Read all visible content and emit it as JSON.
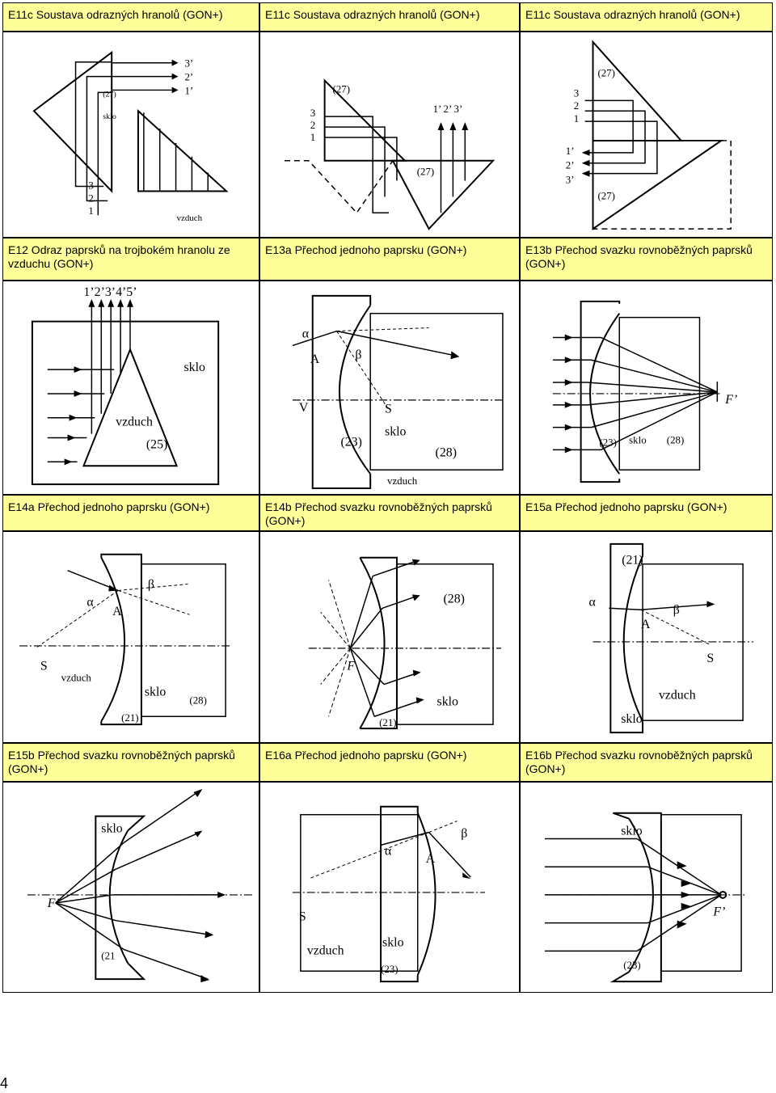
{
  "cells": [
    {
      "title": "E11c Soustava odrazných hranolů (GON+)",
      "labels": {
        "r1": "1’",
        "r2": "2’",
        "r3": "3’",
        "i1": "1",
        "i2": "2",
        "i3": "3",
        "m27": "(27)",
        "sklo": "sklo",
        "vzduch": "vzduch"
      }
    },
    {
      "title": "E11c Soustava odrazných hranolů (GON+)",
      "labels": {
        "i3": "3",
        "i2": "2",
        "i1": "1",
        "m27a": "(27)",
        "m27b": "(27)",
        "out": "1’ 2’ 3’"
      }
    },
    {
      "title": "E11c Soustava odrazných hranolů (GON+)",
      "labels": {
        "m27a": "(27)",
        "m27b": "(27)",
        "i3": "3",
        "i2": "2",
        "i1": "1",
        "o1": "1’",
        "o2": "2’",
        "o3": "3’"
      }
    },
    {
      "title": "E12 Odraz paprsků na trojbokém hranolu ze vzduchu (GON+)",
      "labels": {
        "top": "1’2’3’4’5’",
        "sklo": "sklo",
        "vzduch": "vzduch",
        "m25": "(25)"
      }
    },
    {
      "title": "E13a Přechod jednoho paprsku (GON+)",
      "labels": {
        "alpha": "α",
        "A": "A",
        "beta": "β",
        "V": "V",
        "S": "S",
        "m23": "(23)",
        "sklo": "sklo",
        "m28": "(28)",
        "vzduch": "vzduch"
      }
    },
    {
      "title": "E13b Přechod svazku rovnoběžných paprsků (GON+)",
      "labels": {
        "F": "F’",
        "m23": "(23)",
        "sklo": "sklo",
        "m28": "(28)"
      }
    },
    {
      "title": "E14a Přechod jednoho paprsku (GON+)",
      "labels": {
        "beta": "β",
        "alpha": "α",
        "A": "A",
        "S": "S",
        "vzduch": "vzduch",
        "sklo": "sklo",
        "m28": "(28)",
        "m21": "(21)"
      }
    },
    {
      "title": "E14b Přechod svazku rovnoběžných paprsků (GON+)",
      "labels": {
        "m28": "(28)",
        "F": "F",
        "sklo": "sklo",
        "m21": "(21)"
      }
    },
    {
      "title": "E15a Přechod jednoho paprsku (GON+)",
      "labels": {
        "m21": "(21)",
        "alpha": "α",
        "A": "A",
        "beta": "β",
        "S": "S",
        "vzduch": "vzduch",
        "sklo": "sklo"
      }
    },
    {
      "title": "E15b Přechod svazku rovnoběžných paprsků (GON+)",
      "labels": {
        "sklo": "sklo",
        "F": "F’",
        "m21": "(21"
      }
    },
    {
      "title": "E16a Přechod jednoho paprsku (GON+)",
      "labels": {
        "alpha": "α",
        "A": "A",
        "beta": "β",
        "S": "S",
        "vzduch": "vzduch",
        "sklo": "sklo",
        "m23": "(23)"
      }
    },
    {
      "title": "E16b Přechod svazku rovnoběžných paprsků (GON+)",
      "labels": {
        "sklo": "sklo",
        "F": "F’",
        "m23": "(23)"
      }
    }
  ],
  "page_number": "4"
}
